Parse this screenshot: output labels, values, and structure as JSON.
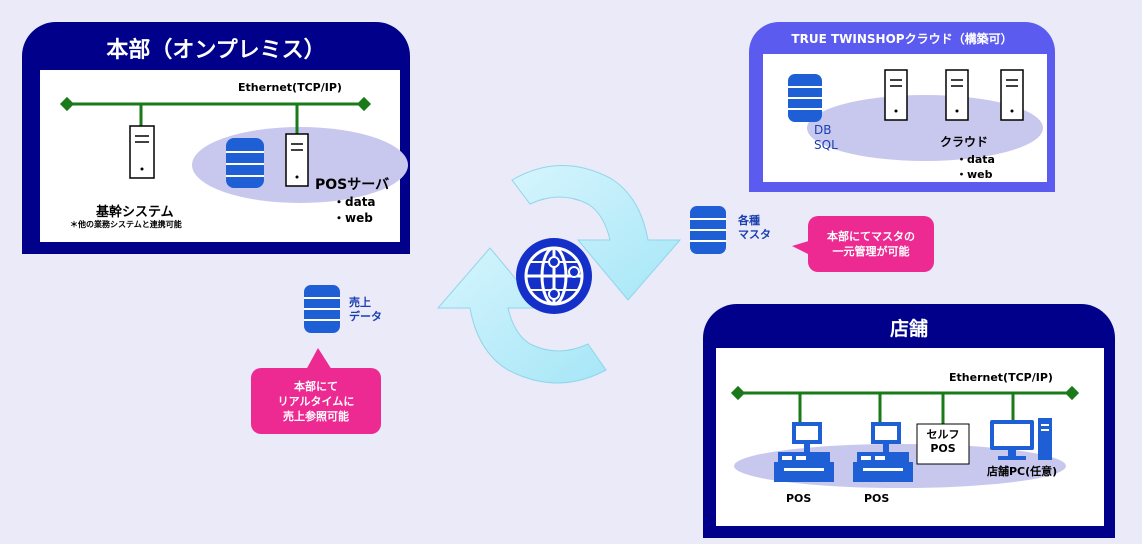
{
  "hq": {
    "title": "本部（オンプレミス）",
    "ethernet": "Ethernet(TCP/IP)",
    "core_system": "基幹システム",
    "core_note": "＊他の業務システムと連携可能",
    "pos_server": "POSサーバ",
    "pos_server_items": [
      "・data",
      "・web"
    ]
  },
  "cloud": {
    "title": "TRUE TWINSHOPクラウド（構築可）",
    "db_lines": [
      "DB",
      "SQL"
    ],
    "cloud_label": "クラウド",
    "cloud_items": [
      "・data",
      "・web"
    ]
  },
  "center": {
    "master_label": [
      "各種",
      "マスタ"
    ],
    "sales_label": [
      "売上",
      "データ"
    ]
  },
  "callouts": {
    "master": [
      "本部にてマスタの",
      "一元管理が可能"
    ],
    "sales": [
      "本部にて",
      "リアルタイムに",
      "売上参照可能"
    ]
  },
  "store": {
    "title": "店舗",
    "ethernet": "Ethernet(TCP/IP)",
    "pos1": "POS",
    "pos2": "POS",
    "self_pos": [
      "セルフ",
      "POS"
    ],
    "pc": "店舗PC(任意)"
  },
  "colors": {
    "dark_panel": "#00008b",
    "light_panel": "#5b5bf0",
    "network_line": "#1a7a1a",
    "db_blue": "#1e5fd6",
    "callout_pink": "#ec2a92",
    "arrow_cyan": "#bdeefa",
    "globe_blue": "#1530c8"
  }
}
